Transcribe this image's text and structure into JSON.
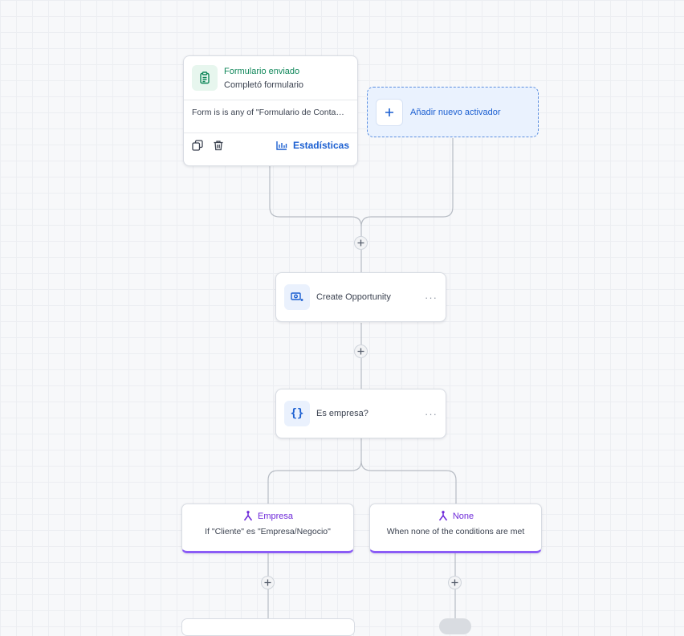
{
  "trigger": {
    "title": "Formulario enviado",
    "subtitle": "Completó formulario",
    "condition": "Form is is any of \"Formulario de Contacto\"",
    "stats_label": "Estadísticas"
  },
  "add_trigger": {
    "label": "Añadir nuevo activador"
  },
  "actions": [
    {
      "label": "Create Opportunity",
      "more": "···"
    },
    {
      "label": "Es empresa?",
      "more": "···"
    }
  ],
  "branches": [
    {
      "title": "Empresa",
      "description": "If \"Cliente\" es \"Empresa/Negocio\""
    },
    {
      "title": "None",
      "description": "When none of the conditions are met"
    }
  ],
  "colors": {
    "accent_blue": "#1b5fd1",
    "trigger_green": "#10875a",
    "branch_purple": "#8b5cf6"
  }
}
